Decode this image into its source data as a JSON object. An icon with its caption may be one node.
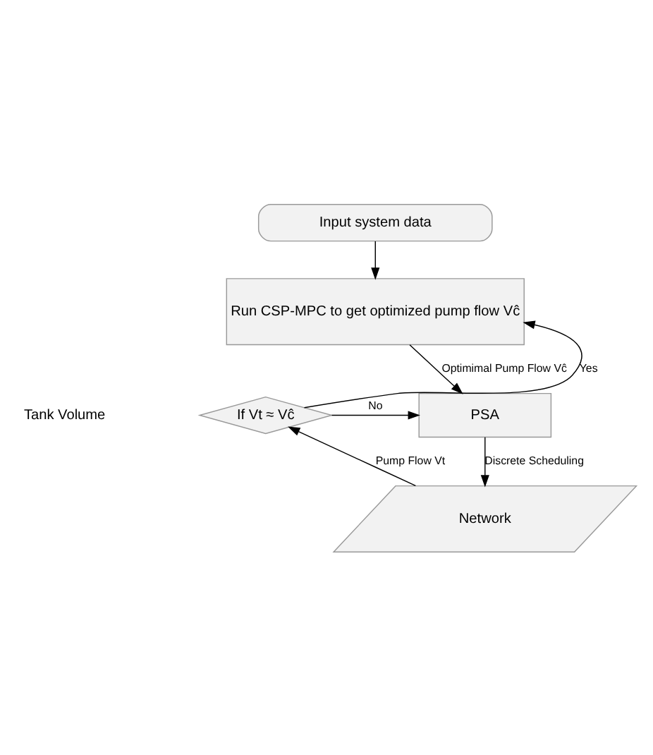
{
  "diagram": {
    "nodes": [
      {
        "text": [
          "Input system data"
        ]
      },
      {
        "text": [
          "Run CSP-MPC to get optimized pump flow Vĉ"
        ]
      },
      {
        "text": [
          "If Vt ≈ Vĉ"
        ]
      },
      {
        "text": [
          "PSA"
        ]
      },
      {
        "text": [
          "Network"
        ]
      }
    ],
    "edges": [
      {
        "from": 0,
        "to": 1,
        "arrow": "to"
      },
      {
        "from": 1,
        "to": 3,
        "arrow": "to",
        "label": "Optimimal Pump Flow Vĉ"
      },
      {
        "from": 2,
        "to": 1,
        "arrow": "to",
        "label": "Yes"
      },
      {
        "from": 2,
        "to": 3,
        "arrow": "to",
        "label": "No"
      },
      {
        "from": 3,
        "to": 4,
        "arrow": "to",
        "label": "Discrete Scheduling"
      },
      {
        "from": 4,
        "to": 2,
        "arrow": "to",
        "label": "Pump Flow Vt"
      }
    ],
    "labels": [
      "Tank Volume"
    ]
  }
}
